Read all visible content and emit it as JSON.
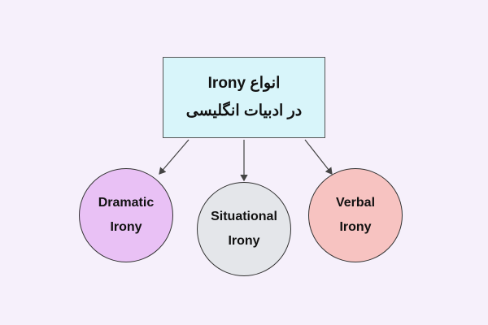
{
  "title": {
    "line1": "انواع Irony",
    "line2": "در ادبیات انگلیسی"
  },
  "nodes": [
    {
      "line1": "Dramatic",
      "line2": "Irony",
      "color": "#e9c1f5"
    },
    {
      "line1": "Situational",
      "line2": "Irony",
      "color": "#e4e6ea"
    },
    {
      "line1": "Verbal",
      "line2": "Irony",
      "color": "#f7c3c1"
    }
  ]
}
